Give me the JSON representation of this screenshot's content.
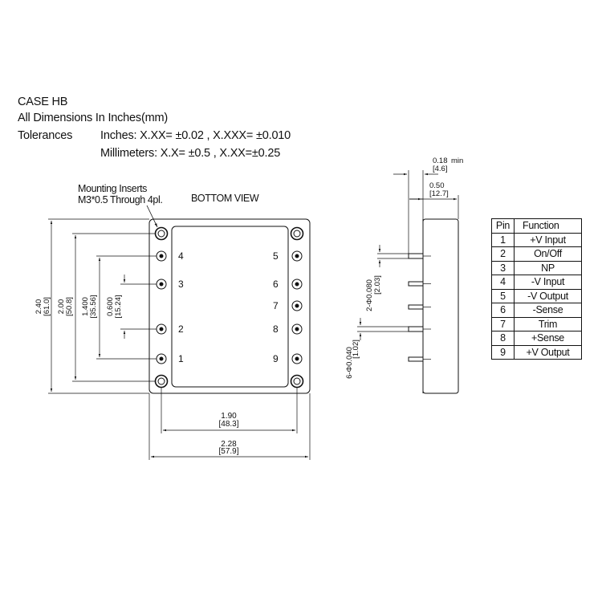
{
  "header": {
    "case": "CASE HB",
    "dimensions_note": "All Dimensions In Inches(mm)",
    "tolerances_label": "Tolerances",
    "inches_tol": "Inches: X.XX= ±0.02 , X.XXX= ±0.010",
    "mm_tol": "Millimeters: X.X= ±0.5 , X.XX=±0.25"
  },
  "bottom_view": {
    "title": "BOTTOM VIEW",
    "mounting_line1": "Mounting Inserts",
    "mounting_line2": "M3*0.5 Through 4pl.",
    "pin_labels_left": [
      "4",
      "3",
      "2",
      "1"
    ],
    "pin_labels_right": [
      "5",
      "6",
      "7",
      "8",
      "9"
    ],
    "dims": {
      "height_total": {
        "in": "2.40",
        "mm": "[61.0]"
      },
      "height_inserts": {
        "in": "2.00",
        "mm": "[50.8]"
      },
      "height_outer_pins": {
        "in": "1.400",
        "mm": "[35.56]"
      },
      "height_inner_pins": {
        "in": "0.600",
        "mm": "[15.24]"
      },
      "width_pins": {
        "in": "1.90",
        "mm": "[48.3]"
      },
      "width_total": {
        "in": "2.28",
        "mm": "[57.9]"
      }
    }
  },
  "side_view": {
    "pin_length": {
      "in": "0.18",
      "suffix": "min",
      "mm": "[4.6]"
    },
    "case_height": {
      "in": "0.50",
      "mm": "[12.7]"
    },
    "pin_dia_small": {
      "in": "2-Φ0.080",
      "mm": "[2.03]"
    },
    "pin_dia_large": {
      "in": "6-Φ0.040",
      "mm": "[1.02]"
    }
  },
  "pin_table": {
    "headers": [
      "Pin",
      "Function"
    ],
    "rows": [
      [
        "1",
        "+V Input"
      ],
      [
        "2",
        "On/Off"
      ],
      [
        "3",
        "NP"
      ],
      [
        "4",
        "-V Input"
      ],
      [
        "5",
        "-V Output"
      ],
      [
        "6",
        "-Sense"
      ],
      [
        "7",
        "Trim"
      ],
      [
        "8",
        "+Sense"
      ],
      [
        "9",
        "+V Output"
      ]
    ]
  }
}
